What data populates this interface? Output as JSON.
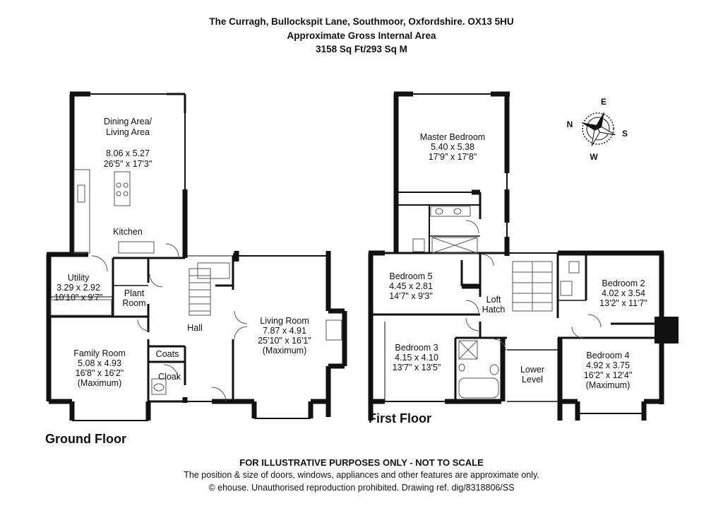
{
  "header": {
    "address": "The Curragh, Bullockspit Lane, Southmoor, Oxfordshire. OX13 5HU",
    "area_title": "Approximate Gross Internal Area",
    "area_value": "3158 Sq Ft/293 Sq M"
  },
  "ground_floor": {
    "title": "Ground Floor",
    "rooms": {
      "dining": {
        "name1": "Dining Area/",
        "name2": "Living Area",
        "metric": "8.06 x 5.27",
        "imperial": "26'5\" x 17'3\""
      },
      "kitchen": {
        "name": "Kitchen"
      },
      "utility": {
        "name": "Utility",
        "metric": "3.29 x 2.92",
        "imperial": "10'10\" x 9'7\""
      },
      "plant": {
        "name1": "Plant",
        "name2": "Room"
      },
      "hall": {
        "name": "Hall"
      },
      "living": {
        "name": "Living Room",
        "metric": "7.87 x 4.91",
        "imperial": "25'10\" x 16'1\"",
        "note": "(Maximum)"
      },
      "family": {
        "name": "Family Room",
        "metric": "5.08 x 4.93",
        "imperial": "16'8\" x 16'2\"",
        "note": "(Maximum)"
      },
      "coats": {
        "name": "Coats"
      },
      "cloak": {
        "name": "Cloak"
      }
    }
  },
  "first_floor": {
    "title": "First Floor",
    "rooms": {
      "master": {
        "name": "Master Bedroom",
        "metric": "5.40 x 5.38",
        "imperial": "17'9\" x 17'8\""
      },
      "bed5": {
        "name": "Bedroom 5",
        "metric": "4.45 x 2.81",
        "imperial": "14'7\" x 9'3\""
      },
      "loft": {
        "name1": "Loft",
        "name2": "Hatch"
      },
      "bed2": {
        "name": "Bedroom 2",
        "metric": "4.02 x 3.54",
        "imperial": "13'2\" x 11'7\""
      },
      "bed3": {
        "name": "Bedroom 3",
        "metric": "4.15 x 4.10",
        "imperial": "13'7\" x 13'5\""
      },
      "lower": {
        "name1": "Lower",
        "name2": "Level"
      },
      "bed4": {
        "name": "Bedroom 4",
        "metric": "4.92 x 3.75",
        "imperial": "16'2\" x 12'4\"",
        "note": "(Maximum)"
      }
    }
  },
  "compass": {
    "n": "N",
    "e": "E",
    "s": "S",
    "w": "W"
  },
  "footer": {
    "disclaimer": "FOR ILLUSTRATIVE PURPOSES ONLY - NOT TO SCALE",
    "note": "The position & size of doors, windows, appliances and other features are approximate only.",
    "copyright": "© ehouse. Unauthorised reproduction prohibited. Drawing ref. dig/8318806/SS"
  }
}
